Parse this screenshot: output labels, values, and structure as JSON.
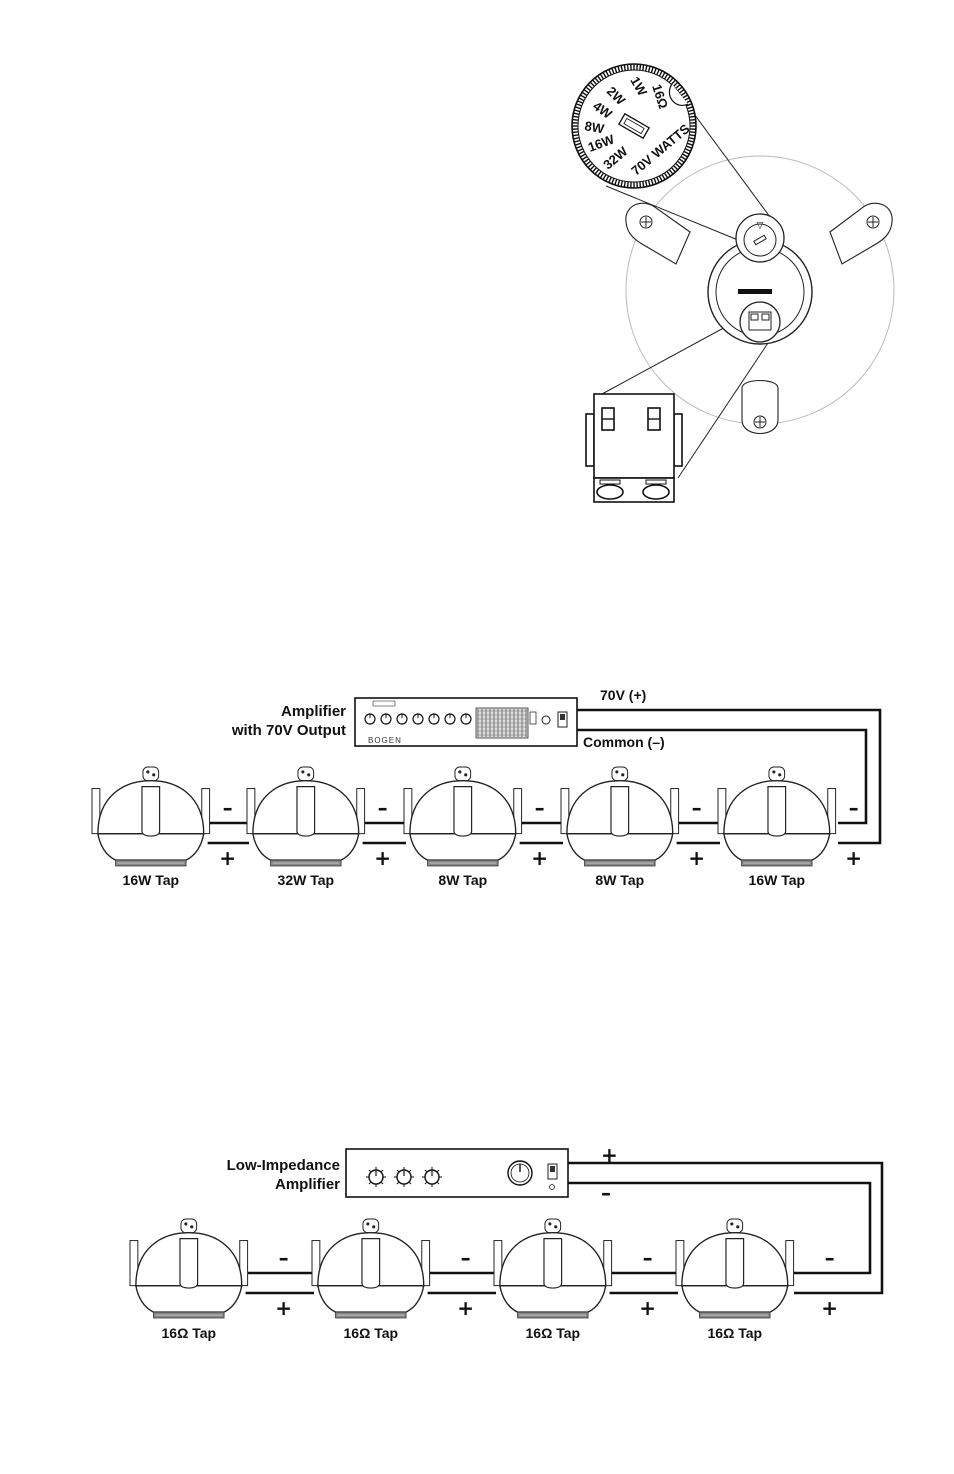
{
  "dial": {
    "labels": [
      "16Ω",
      "1W",
      "2W",
      "4W",
      "8W",
      "16W",
      "32W",
      "70V WATTS"
    ],
    "marker": "▽"
  },
  "amp70": {
    "title_line1": "Amplifier",
    "title_line2": "with 70V Output",
    "brand": "BOGEN",
    "positive_label": "70V (+)",
    "common_label": "Common (–)"
  },
  "row70": {
    "taps": [
      "16W Tap",
      "32W Tap",
      "8W Tap",
      "8W Tap",
      "16W Tap"
    ],
    "minus": "–",
    "plus": "+"
  },
  "ampLow": {
    "title_line1": "Low-Impedance",
    "title_line2": "Amplifier",
    "positive_label": "+",
    "negative_label": "–"
  },
  "rowLow": {
    "taps": [
      "16Ω  Tap",
      "16Ω  Tap",
      "16Ω  Tap",
      "16Ω  Tap"
    ],
    "minus": "–",
    "plus": "+"
  }
}
